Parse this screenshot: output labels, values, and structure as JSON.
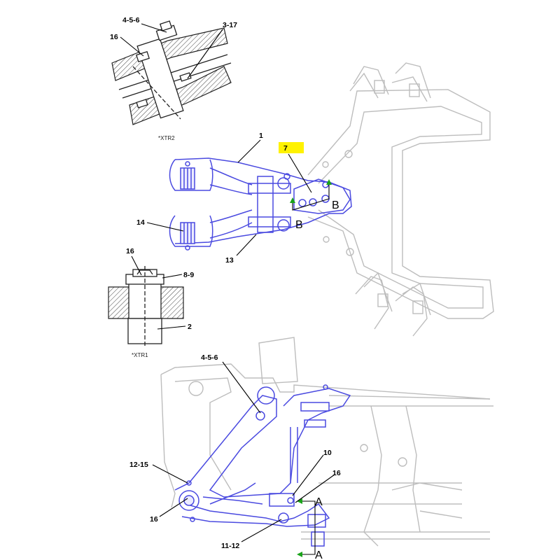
{
  "callouts": {
    "c456_top": "4-5-6",
    "c16_top": "16",
    "c317": "3-17",
    "c1": "1",
    "c7": "7",
    "c14": "14",
    "c13": "13",
    "c16_mid": "16",
    "c89": "8-9",
    "c2": "2",
    "c456_bot": "4-5-6",
    "c10": "10",
    "c16_bot_r": "16",
    "c1215": "12-15",
    "c16_bot_l": "16",
    "c1112": "11-12"
  },
  "notes": {
    "xtr2": "*XTR2",
    "xtr1": "*XTR1"
  },
  "section_labels": {
    "b_right": "B",
    "b_left": "B",
    "a_top": "A",
    "a_bottom": "A"
  },
  "colors": {
    "highlight": "#fff200",
    "part_outline": "#4a4ae0",
    "ghost_outline": "#bdbdbd",
    "section_arrow": "#1aa31a"
  }
}
